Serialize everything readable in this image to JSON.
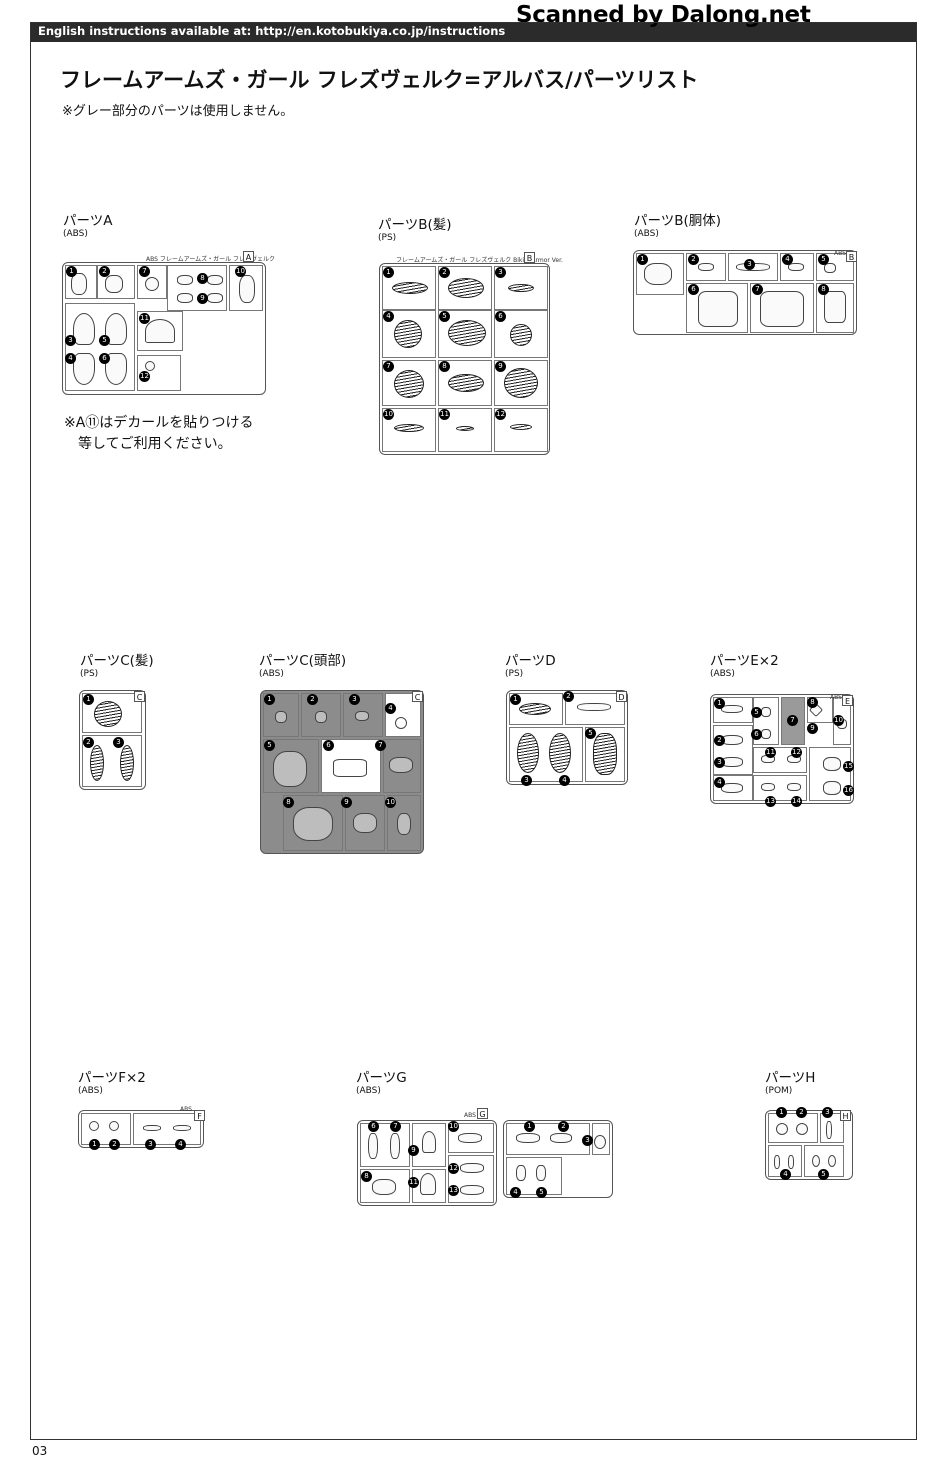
{
  "header": {
    "url_text": "English instructions available at: http://en.kotobukiya.co.jp/instructions",
    "scan_credit": "Scanned by Dalong.net"
  },
  "page": {
    "title": "フレームアームズ・ガール フレズヴェルク=アルバス/パーツリスト",
    "note": "※グレー部分のパーツは使用しません。",
    "number": "03"
  },
  "runners": {
    "a": {
      "label": "パーツA",
      "material": "(ABS)",
      "letter": "A",
      "tag": "フレームアームズ・ガール フレズヴェルク",
      "mat_tag": "ABS"
    },
    "b_hair": {
      "label": "パーツB(髪)",
      "material": "(PS)",
      "letter": "B",
      "tag": "フレームアームズ・ガール フレズヴェルク Bikini Armor Ver."
    },
    "b_body": {
      "label": "パーツB(胴体)",
      "material": "(ABS)",
      "letter": "B",
      "mat_tag": "ABS"
    },
    "c_hair": {
      "label": "パーツC(髪)",
      "material": "(PS)",
      "letter": "C"
    },
    "c_head": {
      "label": "パーツC(頭部)",
      "material": "(ABS)",
      "letter": "C"
    },
    "d": {
      "label": "パーツD",
      "material": "(PS)",
      "letter": "D"
    },
    "e": {
      "label": "パーツE×2",
      "material": "(ABS)",
      "letter": "E",
      "mat_tag": "ABS"
    },
    "f": {
      "label": "パーツF×2",
      "material": "(ABS)",
      "letter": "F",
      "mat_tag": "ABS"
    },
    "g": {
      "label": "パーツG",
      "material": "(ABS)",
      "letter": "G",
      "mat_tag": "ABS"
    },
    "h": {
      "label": "パーツH",
      "material": "(POM)",
      "letter": "H"
    }
  },
  "decal_note": {
    "line1": "※A⑪はデカールを貼りつける",
    "line2": "等してご利用ください。"
  }
}
